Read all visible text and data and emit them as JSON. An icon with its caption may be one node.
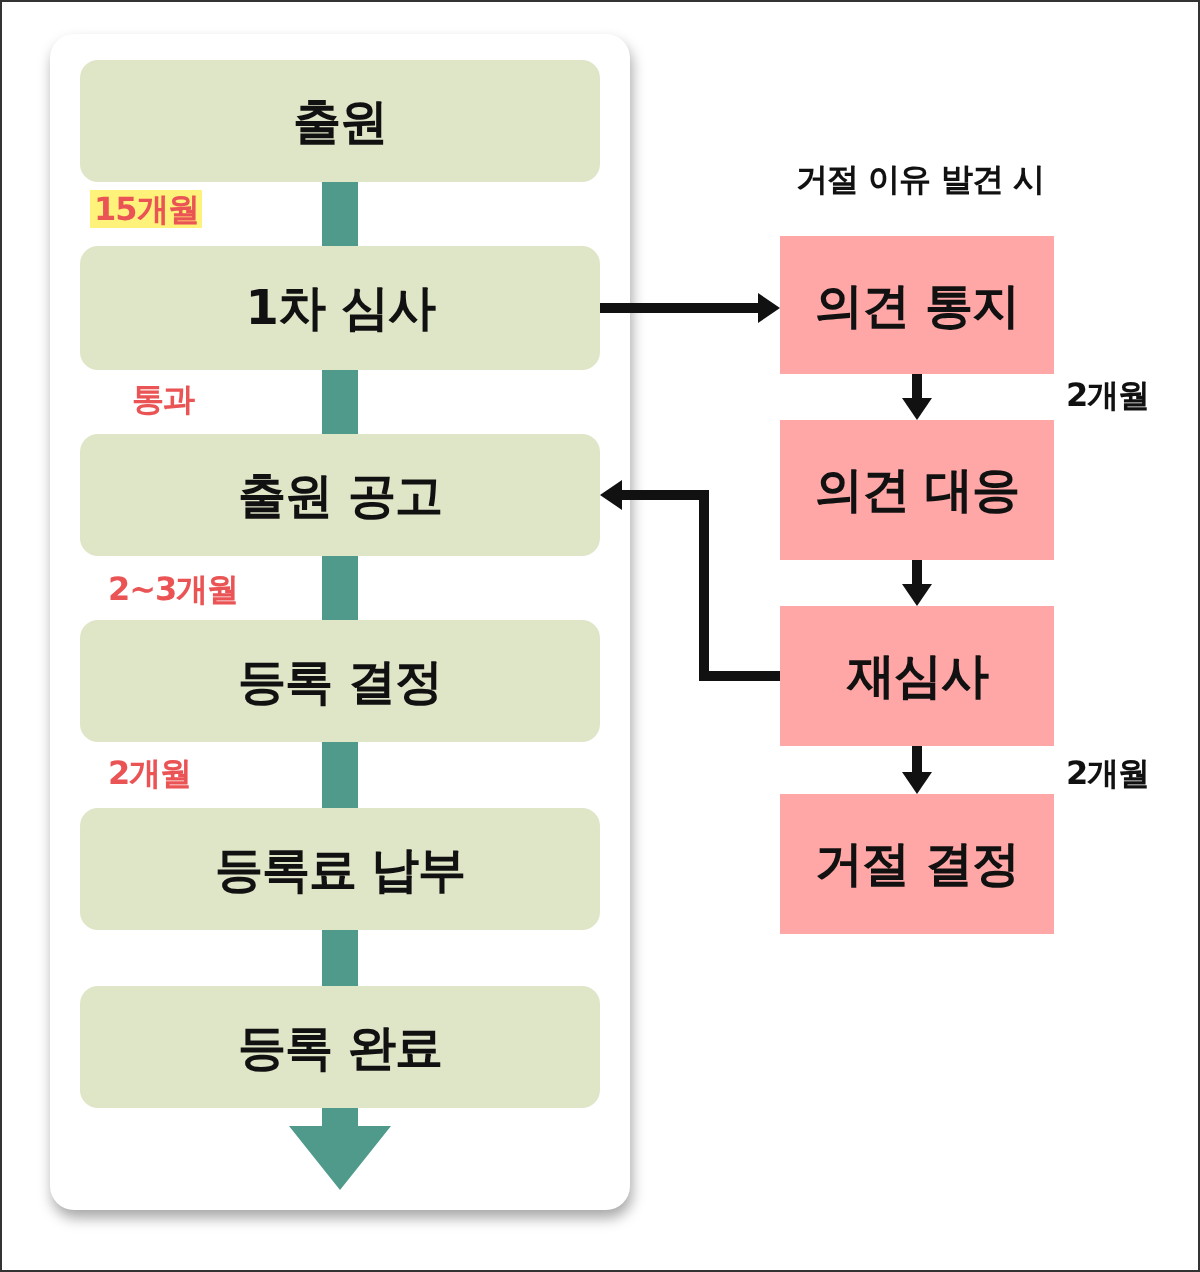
{
  "diagram": {
    "nodes": [
      {
        "text": [
          "출원"
        ]
      },
      {
        "text": [
          "1차 심사"
        ]
      },
      {
        "text": [
          "출원 공고"
        ]
      },
      {
        "text": [
          "등록 결정"
        ]
      },
      {
        "text": [
          "등록료 납부"
        ]
      },
      {
        "text": [
          "등록 완료"
        ]
      },
      {
        "text": [
          "의견 통지"
        ]
      },
      {
        "text": [
          "의견 대응"
        ]
      },
      {
        "text": [
          "재심사"
        ]
      },
      {
        "text": [
          "거절 결정"
        ]
      }
    ],
    "edges": [
      {
        "from": 0,
        "to": 1,
        "arrow": "none",
        "label": "15개월",
        "style": "thick"
      },
      {
        "from": 1,
        "to": 2,
        "arrow": "none",
        "label": "통과",
        "style": "thick"
      },
      {
        "from": 2,
        "to": 3,
        "arrow": "none",
        "label": "2~3개월",
        "style": "thick"
      },
      {
        "from": 3,
        "to": 4,
        "arrow": "none",
        "label": "2개월",
        "style": "thick"
      },
      {
        "from": 4,
        "to": 5,
        "arrow": "none",
        "style": "thick"
      },
      {
        "from": 1,
        "to": 6,
        "arrow": "to",
        "color": "#111111"
      },
      {
        "from": 6,
        "to": 7,
        "arrow": "to",
        "label": "2개월",
        "color": "#111111"
      },
      {
        "from": 7,
        "to": 8,
        "arrow": "to",
        "color": "#111111"
      },
      {
        "from": 8,
        "to": 9,
        "arrow": "to",
        "label": "2개월",
        "color": "#111111"
      },
      {
        "from": 8,
        "to": 2,
        "arrow": "to",
        "color": "#111111"
      }
    ],
    "labels": [
      "거절 이유 발견 시"
    ]
  }
}
